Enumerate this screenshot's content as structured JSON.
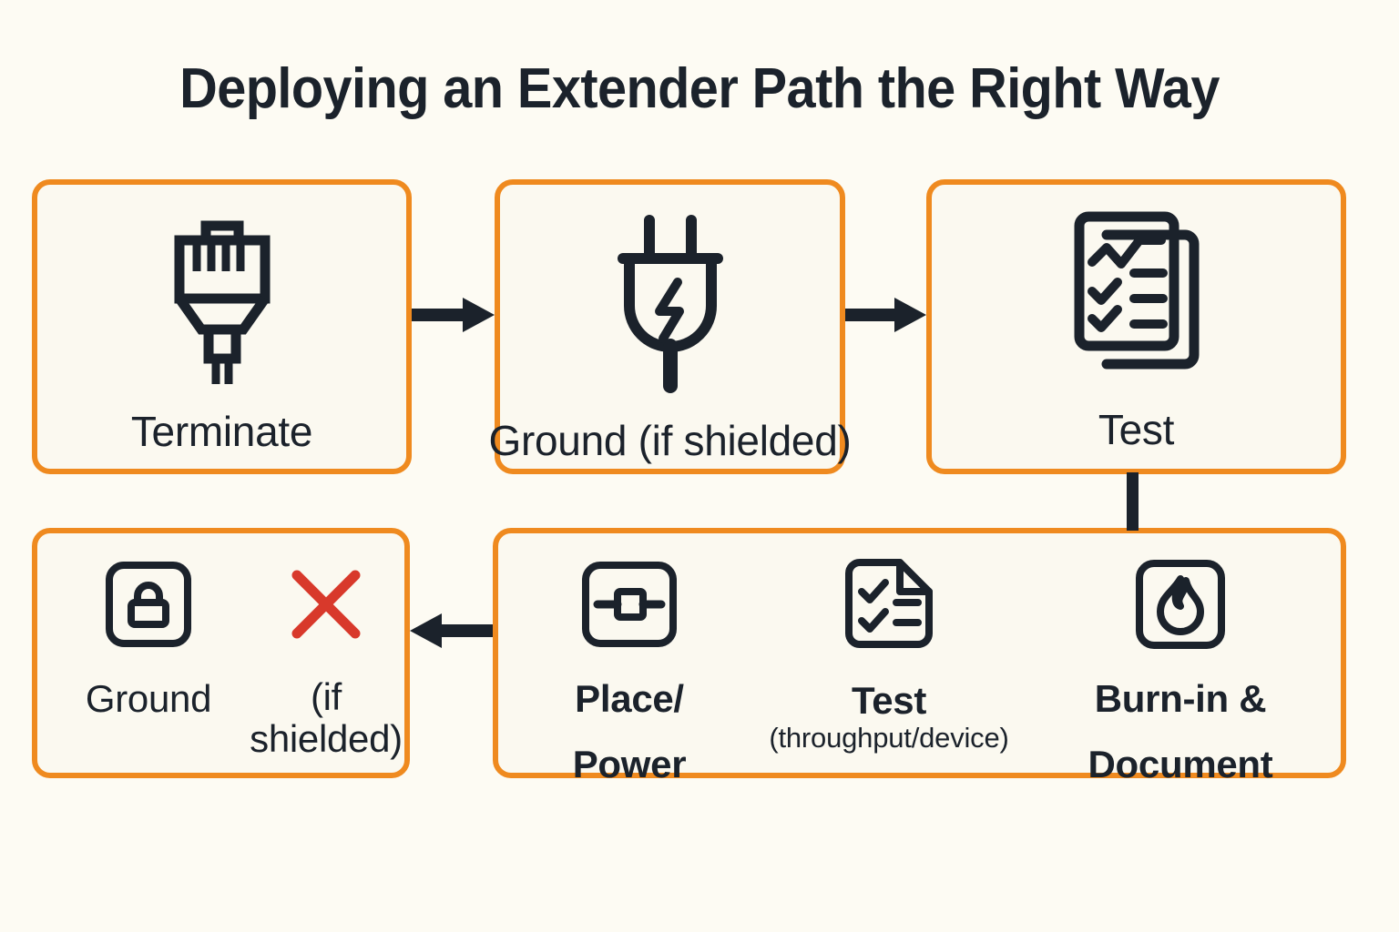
{
  "page": {
    "title": "Deploying an Extender Path the Right Way",
    "background_color": "#fdfbf3",
    "accent_color": "#ef8a1f",
    "ink_color": "#1b222b",
    "alert_color": "#d8392b"
  },
  "flow": {
    "type": "process-flowchart",
    "direction": "left-to-right then down then right-to-left",
    "steps": [
      {
        "id": "terminate",
        "label": "Terminate",
        "icon": "rj45-connector-icon",
        "row": 1,
        "order": 1
      },
      {
        "id": "ground-if-shielded",
        "label": "Ground (if shielded)",
        "icon": "power-plug-bolt-icon",
        "row": 1,
        "order": 2
      },
      {
        "id": "test",
        "label": "Test",
        "icon": "test-report-documents-icon",
        "row": 1,
        "order": 3
      }
    ],
    "bottom_row": {
      "left_group": {
        "id": "ground-not-shielded",
        "items": [
          {
            "id": "ground",
            "label": "Ground",
            "icon": "lock-square-icon"
          },
          {
            "id": "if-shielded-excluded",
            "label": "(if shielded)",
            "icon": "red-x-icon"
          }
        ]
      },
      "right_group": {
        "id": "place-test-burnin",
        "items": [
          {
            "id": "place-power",
            "label": "Place/ Power",
            "label_line1": "Place/",
            "label_line2": "Power",
            "icon": "device-inline-square-icon"
          },
          {
            "id": "test-throughput-device",
            "label": "Test",
            "sublabel": "(throughput/device)",
            "icon": "checklist-document-icon"
          },
          {
            "id": "burn-in-document",
            "label": "Burn-in &",
            "label_line2": "Document",
            "icon": "flame-square-icon"
          }
        ]
      }
    },
    "connectors": [
      {
        "id": "arrow-terminate-to-ground",
        "type": "arrow",
        "direction": "right"
      },
      {
        "id": "arrow-ground-to-test",
        "type": "arrow",
        "direction": "right"
      },
      {
        "id": "line-test-to-bottom-row",
        "type": "line",
        "direction": "down"
      },
      {
        "id": "arrow-bottom-to-ground-excluded",
        "type": "arrow",
        "direction": "left"
      }
    ]
  }
}
